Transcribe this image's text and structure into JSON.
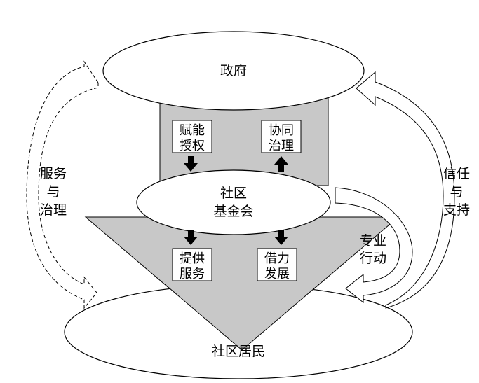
{
  "nodes": {
    "government": "政府",
    "foundation_line1": "社区",
    "foundation_line2": "基金会",
    "residents": "社区居民"
  },
  "boxes": {
    "empower": [
      "赋能",
      "授权"
    ],
    "co_govern": [
      "协同",
      "治理"
    ],
    "provide_service": [
      "提供",
      "服务"
    ],
    "leverage_dev": [
      "借力",
      "发展"
    ]
  },
  "side_labels": {
    "service_govern": [
      "服务",
      "与",
      "治理"
    ],
    "trust_support": [
      "信任",
      "与",
      "支持"
    ],
    "professional_action": [
      "专业",
      "行动"
    ]
  },
  "colors": {
    "gray_fill": "#c8c8c8",
    "stroke": "#000000",
    "background": "#ffffff"
  }
}
